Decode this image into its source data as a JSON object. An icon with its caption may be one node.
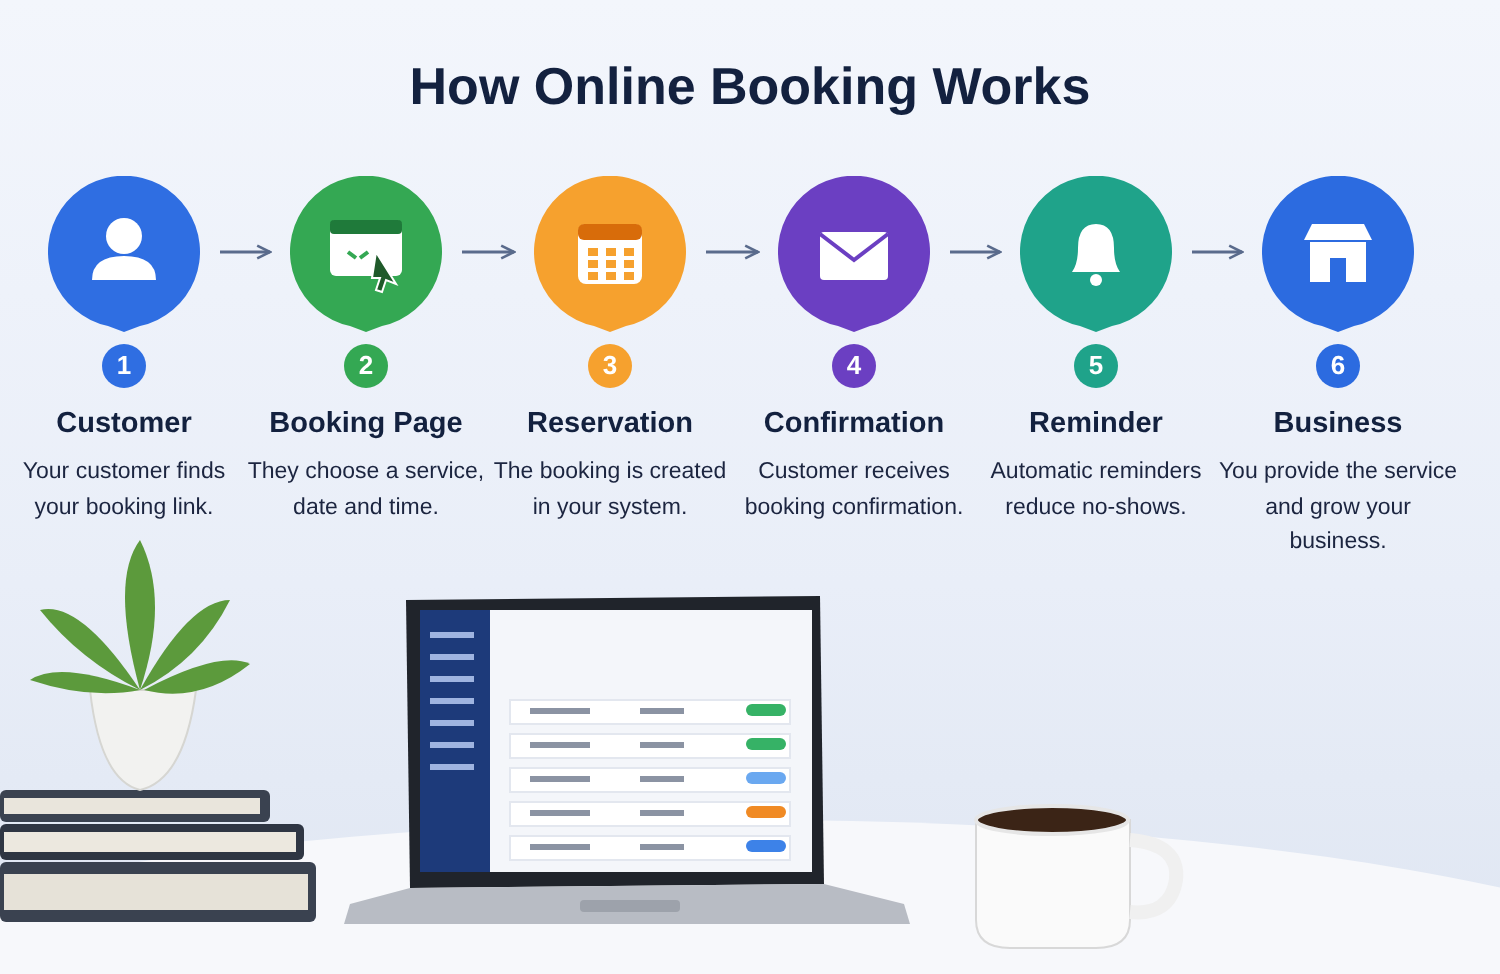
{
  "diagram": {
    "title": "How Online Booking Works",
    "nodes": [
      {
        "text": [
          "1",
          "Customer",
          "Your customer finds your booking link."
        ]
      },
      {
        "text": [
          "2",
          "Booking Page",
          "They choose a service, date and time."
        ]
      },
      {
        "text": [
          "3",
          "Reservation",
          "The booking is created in your system."
        ]
      },
      {
        "text": [
          "4",
          "Confirmation",
          "Customer receives booking confirmation."
        ]
      },
      {
        "text": [
          "5",
          "Reminder",
          "Automatic reminders reduce no-shows."
        ]
      },
      {
        "text": [
          "6",
          "Business",
          "You provide the service and grow your business."
        ]
      }
    ],
    "edges": [
      {
        "from": 0,
        "to": 1,
        "arrow": "to"
      },
      {
        "from": 1,
        "to": 2,
        "arrow": "to"
      },
      {
        "from": 2,
        "to": 3,
        "arrow": "to"
      },
      {
        "from": 3,
        "to": 4,
        "arrow": "to"
      },
      {
        "from": 4,
        "to": 5,
        "arrow": "to"
      }
    ]
  }
}
